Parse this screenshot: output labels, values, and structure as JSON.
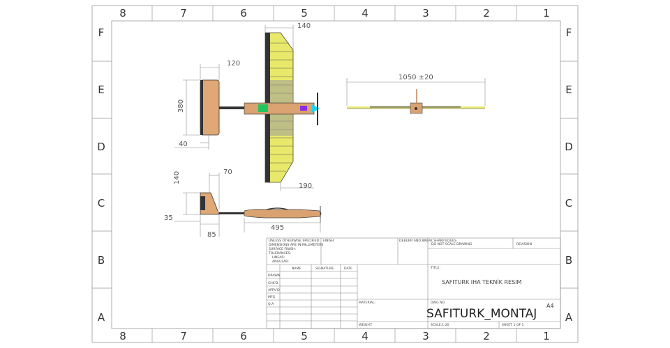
{
  "zones": {
    "columns": [
      "8",
      "7",
      "6",
      "5",
      "4",
      "3",
      "2",
      "1"
    ],
    "rows": [
      "F",
      "E",
      "D",
      "C",
      "B",
      "A"
    ]
  },
  "dimensions": {
    "wing_chord": "140",
    "tail_span_width": "120",
    "tail_height": "380",
    "tail_root": "40",
    "wing_tip": "190",
    "wingspan": "1050 ±20",
    "side_height": "140",
    "side_tail": "70",
    "side_left": "35",
    "side_tail_len": "85",
    "fuselage_len": "495"
  },
  "title_block": {
    "unless_notes": [
      "UNLESS OTHERWISE SPECIFIED:",
      "DIMENSIONS ARE IN MILLIMETERS",
      "SURFACE FINISH:",
      "TOLERANCES:",
      "LINEAR:",
      "ANGULAR:"
    ],
    "finish_label": "FINISH:",
    "deburr_label": "DEBURR AND BREAK SHARP EDGES",
    "do_not_scale": "DO NOT SCALE DRAWING",
    "revision_label": "REVISION",
    "col_name": "NAME",
    "col_signature": "SIGNATURE",
    "col_date": "DATE",
    "rows": [
      "DRAWN",
      "CHK'D",
      "APPV'D",
      "MFG",
      "Q.A"
    ],
    "title_label": "TITLE:",
    "title_value": "SAFITURK IHA TEKNİK RESIM",
    "material_label": "MATERIAL:",
    "dwg_label": "DWG NO.",
    "dwg_value": "SAFITURK_MONTAJ",
    "size": "A4",
    "weight_label": "WEIGHT:",
    "scale_label": "SCALE:1:20",
    "sheet_label": "SHEET 1 OF 1"
  }
}
